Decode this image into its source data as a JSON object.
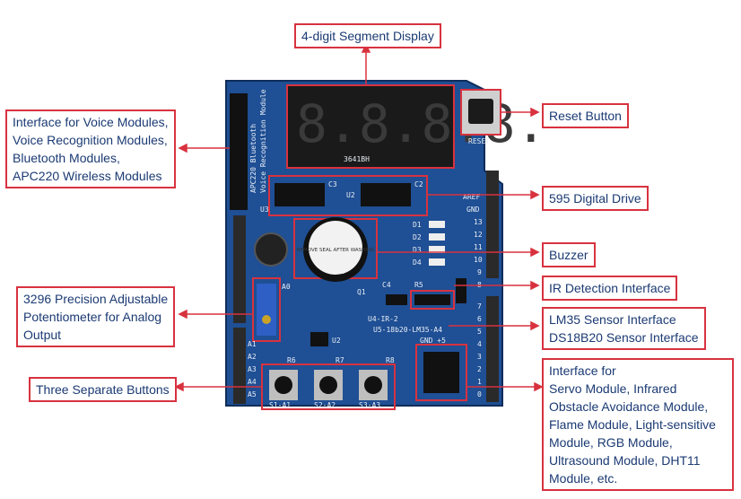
{
  "labels": {
    "segment_display": "4-digit Segment Display",
    "reset_button": "Reset Button",
    "voice_modules": "Interface for Voice Modules,\nVoice Recognition Modules,\nBluetooth Modules,\nAPC220 Wireless Modules",
    "digital_drive": "595 Digital Drive",
    "buzzer": "Buzzer",
    "ir_detection": "IR Detection Interface",
    "potentiometer": "3296 Precision Adjustable\nPotentiometer for Analog\nOutput",
    "lm35_ds18b20": "LM35 Sensor Interface\nDS18B20 Sensor Interface",
    "three_buttons": "Three Separate Buttons",
    "servo_etc": "Interface for\nServo Module, Infrared\nObstacle Avoidance Module,\nFlame Module, Light-sensitive\nModule, RGB Module,\nUltrasound Module, DHT11\nModule, etc."
  },
  "board": {
    "display_digits": "8.8.8.8.",
    "display_part": "3641BH",
    "reset_silk": "RESET",
    "voice_silk": "Voice Recognition Module",
    "apc_silk": "APC220 Bluetooth",
    "buzzer_text": "REMOVE SEAL AFTER WASHING",
    "ic_u3": "U3",
    "ic_u2": "U2",
    "cap_c3": "C3",
    "cap_c2": "C2",
    "led_labels": [
      "D1",
      "D2",
      "D3",
      "D4"
    ],
    "pin_labels_right": [
      "AREF",
      "GND",
      "13",
      "12",
      "11",
      "10",
      "9",
      "8"
    ],
    "pin_labels_right_lower": [
      "7",
      "6",
      "5",
      "4",
      "3",
      "2",
      "1",
      "0"
    ],
    "pin_labels_left": [
      "A1",
      "A2",
      "A3",
      "A4",
      "A5"
    ],
    "button_labels": [
      "S1-A1",
      "S2-A2",
      "S3-A3"
    ],
    "resistor_labels": [
      "R6",
      "R7",
      "R8"
    ],
    "ir_silk": "U4-IR-2",
    "lm35_silk": "U5-18b20-LM35-A4",
    "r5": "R5",
    "c4": "C4",
    "q1": "Q1",
    "u2b": "U2",
    "gnd_plus5": "GND +5",
    "a0": "A0"
  },
  "colors": {
    "board": "#1f4f94",
    "board_dark": "#163d78",
    "callout_border": "#d8323f",
    "callout_text": "#1b3a73",
    "leader": "#d8323f"
  }
}
